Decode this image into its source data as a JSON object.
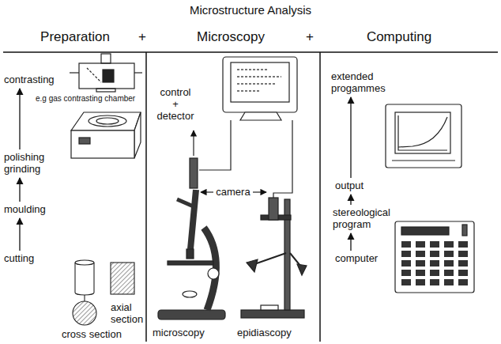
{
  "diagram": {
    "title": "Microstructure Analysis",
    "nodes": [
      {
        "text": [
          "cutting"
        ]
      },
      {
        "text": [
          "moulding"
        ]
      },
      {
        "text": [
          "polishing grinding"
        ]
      },
      {
        "text": [
          "contrasting"
        ]
      },
      {
        "text": [
          "computer"
        ]
      },
      {
        "text": [
          "stereological program"
        ]
      },
      {
        "text": [
          "output"
        ]
      },
      {
        "text": [
          "extended progammes"
        ]
      }
    ],
    "edges": [
      {
        "from": 0,
        "to": 1,
        "arrow": "to"
      },
      {
        "from": 1,
        "to": 2,
        "arrow": "to"
      },
      {
        "from": 2,
        "to": 3,
        "arrow": "to"
      },
      {
        "from": 4,
        "to": 5,
        "arrow": "to"
      },
      {
        "from": 5,
        "to": 6,
        "arrow": "to"
      },
      {
        "from": 6,
        "to": 7,
        "arrow": "to"
      }
    ],
    "labels": [
      "Preparation",
      "+",
      "Microscopy",
      "+",
      "Computing",
      "e.g gas contrasting chamber",
      "axial section",
      "cross section",
      "control + detector",
      "camera",
      "microscopy",
      "epidiascopy"
    ]
  }
}
